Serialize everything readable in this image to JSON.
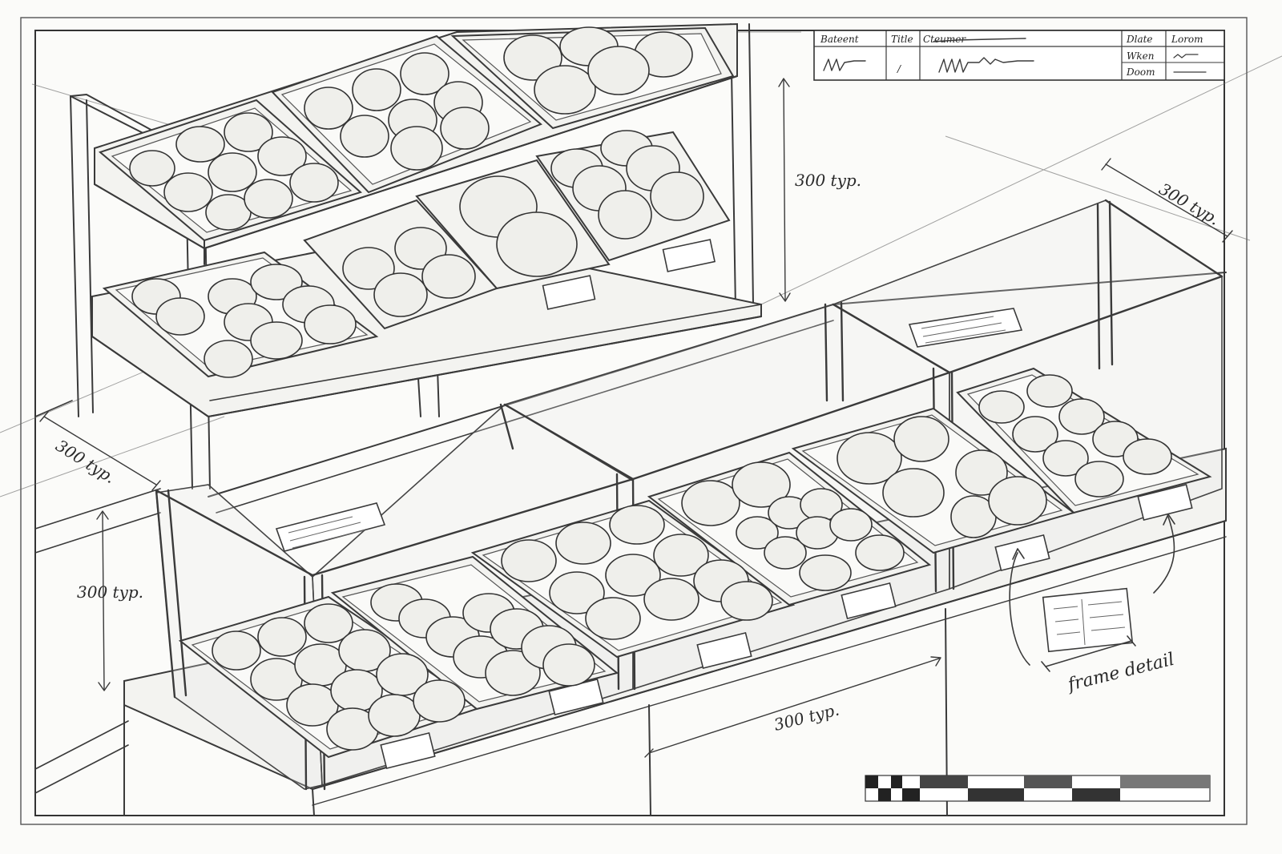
{
  "title_block": {
    "headers": {
      "col1": "Bateent",
      "col2": "Title",
      "col3": "Cteumer",
      "date_label": "Dlate",
      "date_value": "Lorom",
      "row2_label": "Wken",
      "row3_label": "Doom"
    },
    "values": {
      "col2": "/"
    }
  },
  "dimensions": [
    {
      "id": "upper-shelf-height",
      "text": "300 typ."
    },
    {
      "id": "right-case-depth",
      "text": "300 typ."
    },
    {
      "id": "left-depth",
      "text": "300 typ."
    },
    {
      "id": "lower-case-height",
      "text": "300 typ."
    },
    {
      "id": "counter-width",
      "text": "300 typ."
    }
  ],
  "annotations": {
    "frame_detail": "frame detail"
  },
  "colors": {
    "ink": "#3a3a3a",
    "paper": "#fbfbf9"
  }
}
